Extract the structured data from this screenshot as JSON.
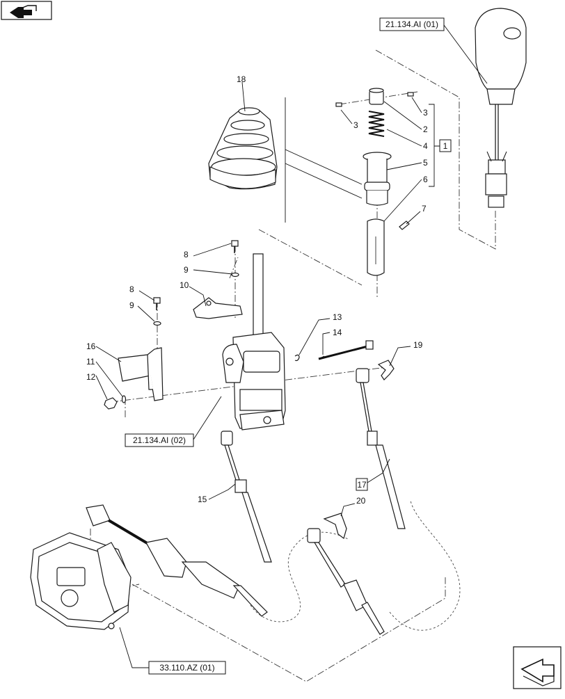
{
  "refs": {
    "top_right": "21.134.AI (01)",
    "mid_left": "21.134.AI (02)",
    "bottom": "33.110.AZ (01)"
  },
  "callouts": {
    "c18": "18",
    "c3a": "3",
    "c3b": "3",
    "c2": "2",
    "c4": "4",
    "c5": "5",
    "c6": "6",
    "c1": "1",
    "c7": "7",
    "c8a": "8",
    "c9a": "9",
    "c10": "10",
    "c8b": "8",
    "c9b": "9",
    "c13": "13",
    "c14": "14",
    "c16": "16",
    "c11": "11",
    "c12": "12",
    "c19": "19",
    "c15": "15",
    "c17": "17",
    "c20": "20"
  },
  "icons": {
    "top_left": "book-arrow-icon",
    "bottom_right": "next-page-arrow-icon"
  }
}
